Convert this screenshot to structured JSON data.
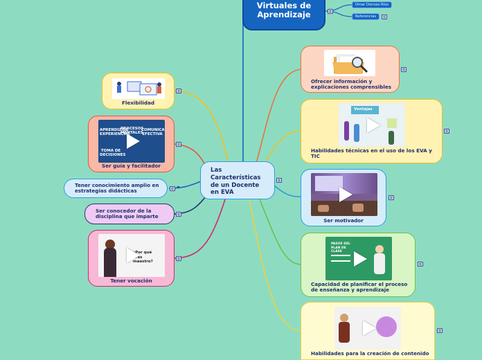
{
  "header": {
    "title": "Entornos Virtuales de Aprendizaje",
    "sub_items": [
      "Omar Donoso Ríos",
      "Referencias"
    ]
  },
  "center": {
    "label": "Las Características de un Docente en EVA"
  },
  "right_nodes": [
    {
      "label": "Ofrecer información y explicaciones comprensibles"
    },
    {
      "label": "Habilidades técnicas en el uso de los EVA y TIC",
      "image_text": "Ventajas"
    },
    {
      "label": "Ser motivador"
    },
    {
      "label": "Capacidad de planificar el proceso de enseñanza y aprendizaje",
      "image_text": "PASOS DEL PLAN DE CLASE"
    },
    {
      "label": "Habilidades para la creación de contenido"
    }
  ],
  "left_nodes": [
    {
      "label": "Flexibilidad"
    },
    {
      "label": "Ser guía y facilitador",
      "image_text": [
        "APRENDIZAJE EXPERIENCIAL",
        "PROCESOS MENTALES",
        "COMUNICACIÓN EFECTIVA",
        "TOMA DE DECISIONES"
      ]
    },
    {
      "label": "Tener conocimiento amplio en estrategias didácticas"
    },
    {
      "label": "Ser conocedor de la disciplina que imparte"
    },
    {
      "label": "Tener vocación",
      "image_text": "¿Por qué eres maestro?"
    }
  ],
  "colors": {
    "background": "#8ddcc2",
    "header": "#1565c0",
    "center": "#d6ecfb",
    "orange": "#fdd6c3",
    "yellow": "#fff2b3",
    "blue": "#d6ecfb",
    "green": "#d9f5c5",
    "red": "#f9b8a6",
    "purple": "#eecbf3",
    "pink": "#f7b9d5"
  }
}
